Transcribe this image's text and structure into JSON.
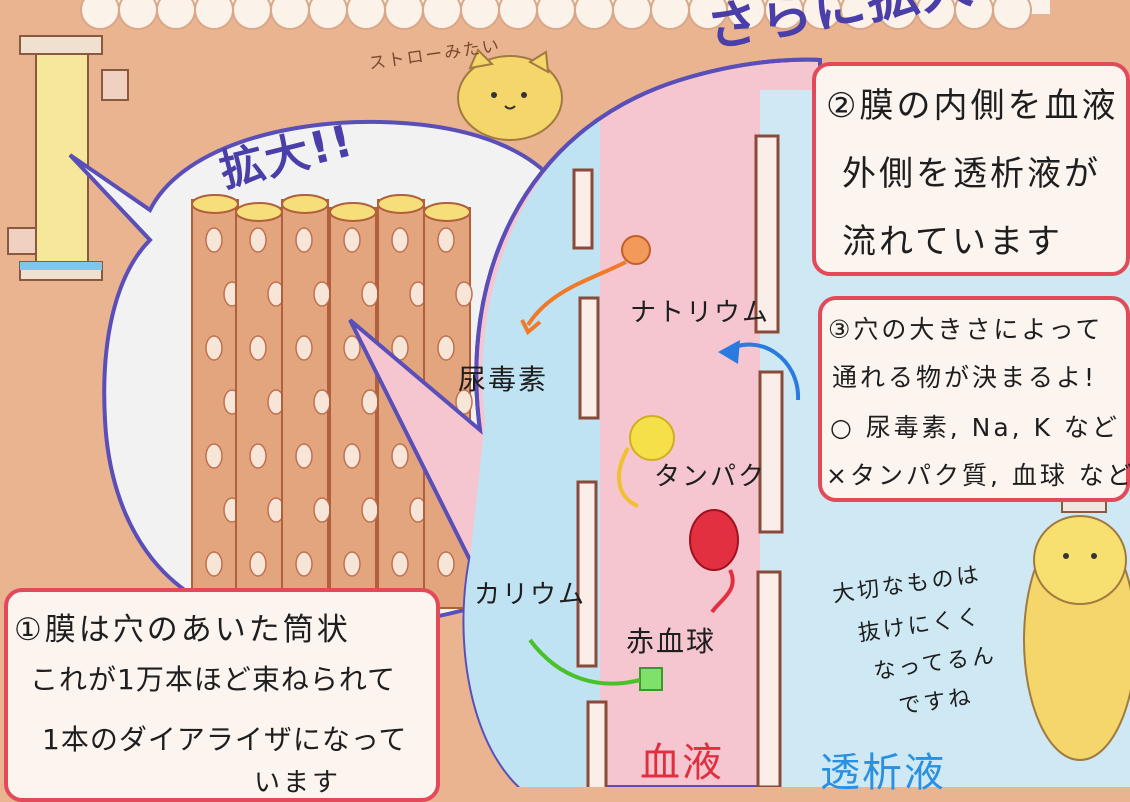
{
  "colors": {
    "background": "#e9b48f",
    "bubble_outline": "#5a4fb8",
    "box_border": "#e24a5a",
    "blood_area": "#f5c6cf",
    "dialysate_area": "#bfe3f2",
    "tube": "#e3a57e"
  },
  "labels": {
    "zoom1": "拡大!!",
    "zoom2": "さらに拡大!!",
    "straw_note": "ストローみたい",
    "sodium": "ナトリウム",
    "urea": "尿毒素",
    "protein": "タンパク",
    "potassium": "カリウム",
    "rbc": "赤血球",
    "blood": "血液",
    "dialysate": "透析液"
  },
  "box2": {
    "lines": [
      "②膜の内側を血液",
      "外側を透析液が",
      "流れています"
    ]
  },
  "box3": {
    "lines": [
      "③穴の大きさによって",
      "通れる物が決まるよ!",
      "○ 尿毒素, Na, K など",
      "×タンパク質, 血球 など"
    ]
  },
  "box1": {
    "lines": [
      "①膜は穴のあいた筒状",
      "これが1万本ほど束ねられて",
      "1本のダイアライザになって",
      "います"
    ]
  },
  "cat_note": {
    "lines": [
      "大切なものは",
      "抜けにくく",
      "なってるん",
      "ですね"
    ]
  },
  "icons": [
    "dialyzer-icon",
    "cat-peek-icon",
    "cat-character-icon"
  ]
}
